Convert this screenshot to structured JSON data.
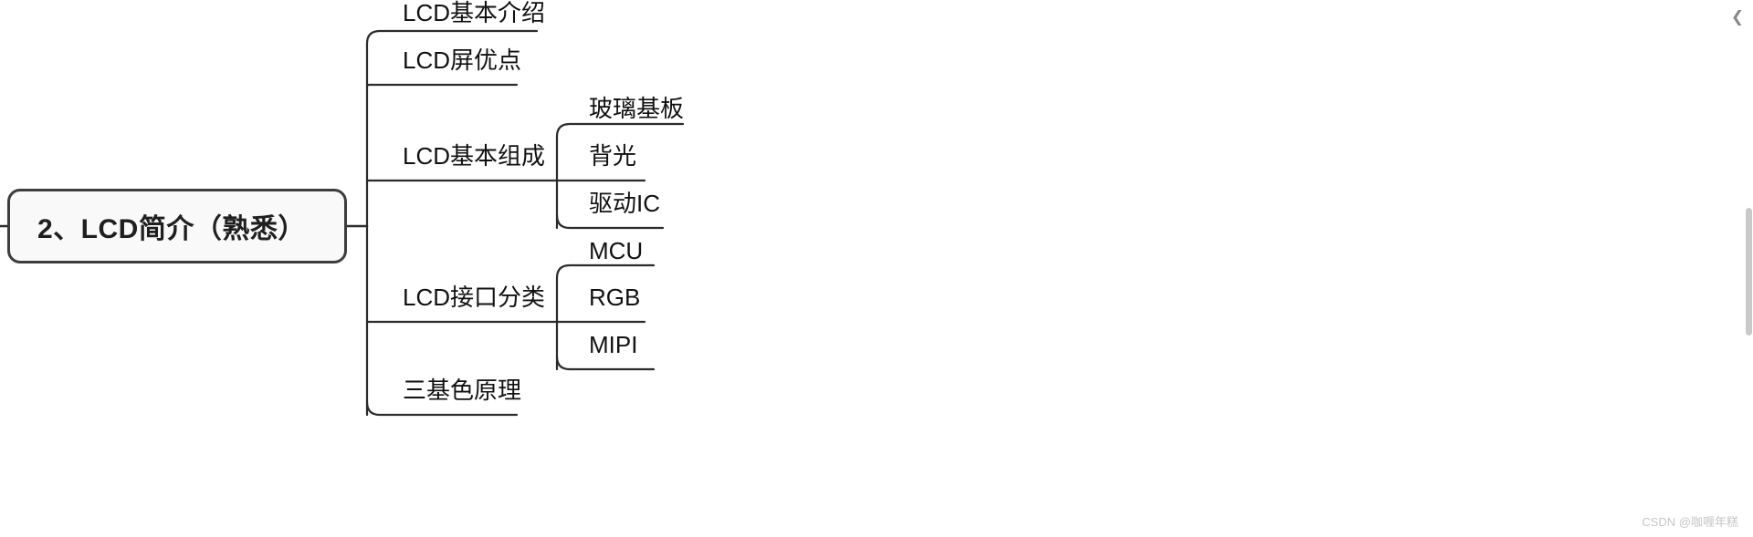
{
  "root": {
    "label": "2、LCD简介（熟悉）"
  },
  "branches": [
    {
      "label": "LCD基本介绍",
      "children": []
    },
    {
      "label": "LCD屏优点",
      "children": []
    },
    {
      "label": "LCD基本组成",
      "children": [
        {
          "label": "玻璃基板"
        },
        {
          "label": "背光"
        },
        {
          "label": "驱动IC"
        }
      ]
    },
    {
      "label": "LCD接口分类",
      "children": [
        {
          "label": "MCU"
        },
        {
          "label": "RGB"
        },
        {
          "label": "MIPI"
        }
      ]
    },
    {
      "label": "三基色原理",
      "children": []
    }
  ],
  "controls": {
    "collapse_icon": "chevron-left-icon",
    "collapse_glyph": "❮"
  },
  "watermark": {
    "text": "CSDN @咖喱年糕"
  },
  "colors": {
    "root_border": "#3d3d3d",
    "root_fill": "#f9f9f9",
    "line": "#2b2b2b",
    "text": "#111111",
    "watermark": "#c6c6c6",
    "scrollbar": "#c9c9c9"
  }
}
